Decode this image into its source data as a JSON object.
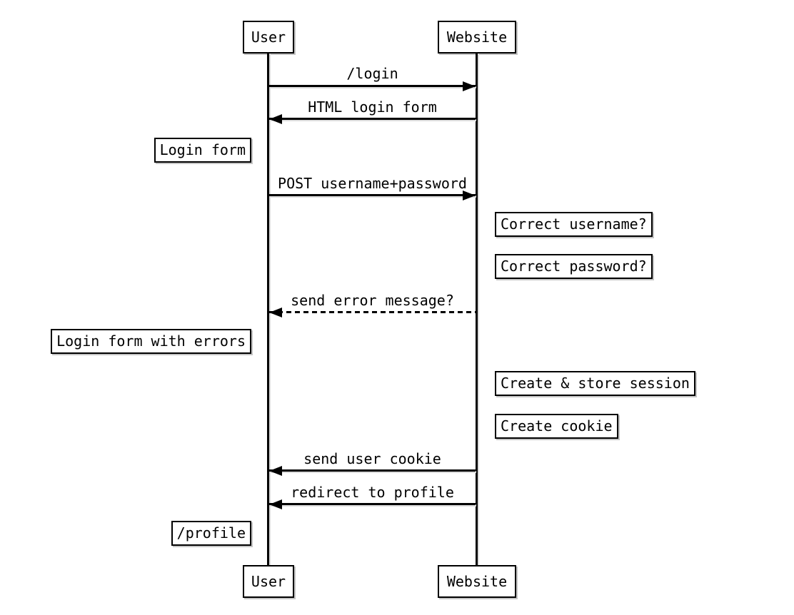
{
  "diagram": {
    "type": "sequence-diagram",
    "background_color": "#ffffff",
    "line_color": "#000000",
    "shadow_color": "#c4c4c4",
    "actors": {
      "user": "User",
      "website": "Website"
    },
    "messages": [
      {
        "label": "/login",
        "from": "User",
        "to": "Website",
        "direction": "right",
        "style": "solid"
      },
      {
        "label": "HTML login form",
        "from": "Website",
        "to": "User",
        "direction": "left",
        "style": "solid"
      },
      {
        "label": "POST username+password",
        "from": "User",
        "to": "Website",
        "direction": "right",
        "style": "solid"
      },
      {
        "label": "send error message?",
        "from": "Website",
        "to": "User",
        "direction": "left",
        "style": "dashed"
      },
      {
        "label": "send user cookie",
        "from": "Website",
        "to": "User",
        "direction": "left",
        "style": "solid"
      },
      {
        "label": "redirect to profile",
        "from": "Website",
        "to": "User",
        "direction": "left",
        "style": "solid"
      }
    ],
    "notes_left": [
      {
        "label": "Login form"
      },
      {
        "label": "Login form with errors"
      },
      {
        "label": "/profile"
      }
    ],
    "notes_right": [
      {
        "label": "Correct username?"
      },
      {
        "label": "Correct password?"
      },
      {
        "label": "Create & store session"
      },
      {
        "label": "Create cookie"
      }
    ]
  }
}
